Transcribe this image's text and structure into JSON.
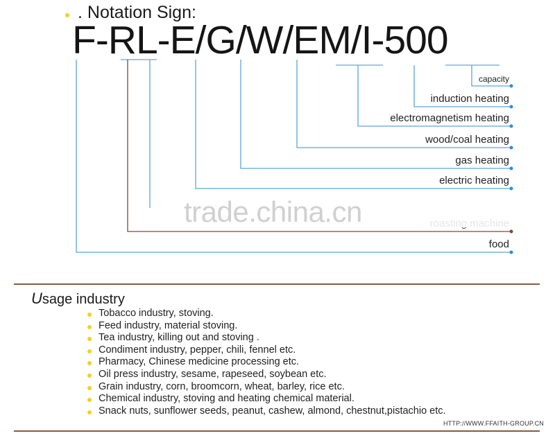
{
  "header": {
    "notation_label": ". Notation Sign:",
    "model_code": "F-RL-E/G/W/EM/I-500"
  },
  "diagram": {
    "line_color_blue": "#5aa6d6",
    "line_color_brown": "#7a4a3a",
    "legend": [
      {
        "key": "capacity",
        "label": "capacity"
      },
      {
        "key": "induction",
        "label": "induction heating"
      },
      {
        "key": "electromagnetism",
        "label": "electromagnetism heating"
      },
      {
        "key": "wood_coal",
        "label": "wood/coal heating"
      },
      {
        "key": "gas",
        "label": "gas heating"
      },
      {
        "key": "electric",
        "label": "electric heating"
      },
      {
        "key": "roasting",
        "label": "roasting machine"
      },
      {
        "key": "food",
        "label": "food"
      }
    ],
    "watermark": "trade.china.cn"
  },
  "usage": {
    "title_initial": "U",
    "title_rest": "sage industry",
    "items": [
      "Tobacco industry, stoving.",
      "Feed industry, material stoving.",
      "Tea industry, killing out and stoving .",
      "Condiment industry, pepper, chili, fennel  etc.",
      "Pharmacy, Chinese medicine processing  etc.",
      "Oil press industry, sesame, rapeseed, soybean  etc.",
      "Grain industry, corn, broomcorn, wheat, barley, rice  etc.",
      "Chemical industry, stoving and heating chemical material.",
      "Snack nuts, sunflower seeds, peanut, cashew, almond, chestnut,pistachio  etc."
    ]
  },
  "footer": {
    "website": "HTTP://WWW.FFAITH-GROUP.CN"
  },
  "colors": {
    "bullet": "#f2d21b",
    "divider": "#8a5a3c"
  }
}
